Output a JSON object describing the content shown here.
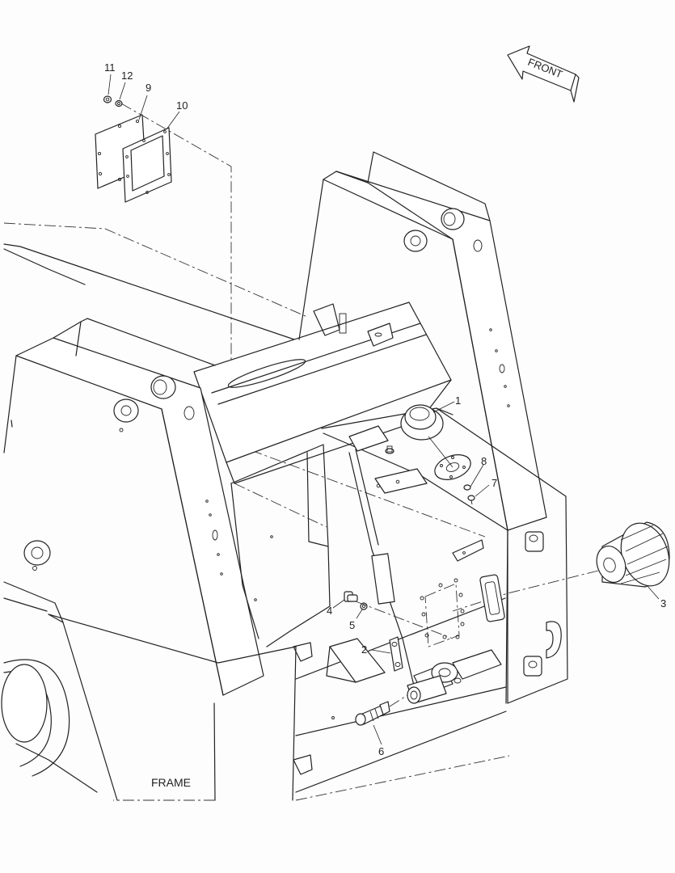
{
  "diagram": {
    "frame_label": "FRAME",
    "front_label": "FRONT",
    "callouts": [
      {
        "id": "c1",
        "label": "1"
      },
      {
        "id": "c2",
        "label": "2"
      },
      {
        "id": "c3",
        "label": "3"
      },
      {
        "id": "c4",
        "label": "4"
      },
      {
        "id": "c5",
        "label": "5"
      },
      {
        "id": "c6",
        "label": "6"
      },
      {
        "id": "c7",
        "label": "7"
      },
      {
        "id": "c8",
        "label": "8"
      },
      {
        "id": "c9",
        "label": "9"
      },
      {
        "id": "c10",
        "label": "10"
      },
      {
        "id": "c11",
        "label": "11"
      },
      {
        "id": "c12",
        "label": "12"
      }
    ]
  }
}
